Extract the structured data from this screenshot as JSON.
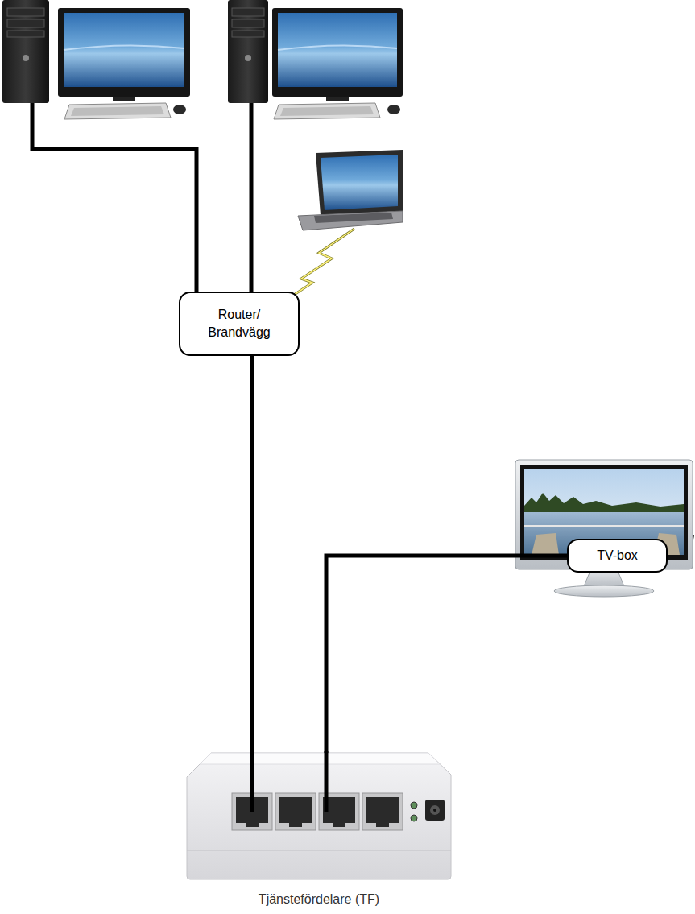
{
  "diagram": {
    "nodes": [
      {
        "text": [
          "Router/ Brandvägg"
        ]
      },
      {
        "text": [
          "TV-box"
        ]
      },
      {
        "text": [
          "Tjänstefördelare (TF)"
        ]
      }
    ],
    "edges": [
      {
        "from": 0,
        "to": 2,
        "arrow": "none"
      },
      {
        "from": 2,
        "to": 1,
        "arrow": "none"
      }
    ]
  }
}
